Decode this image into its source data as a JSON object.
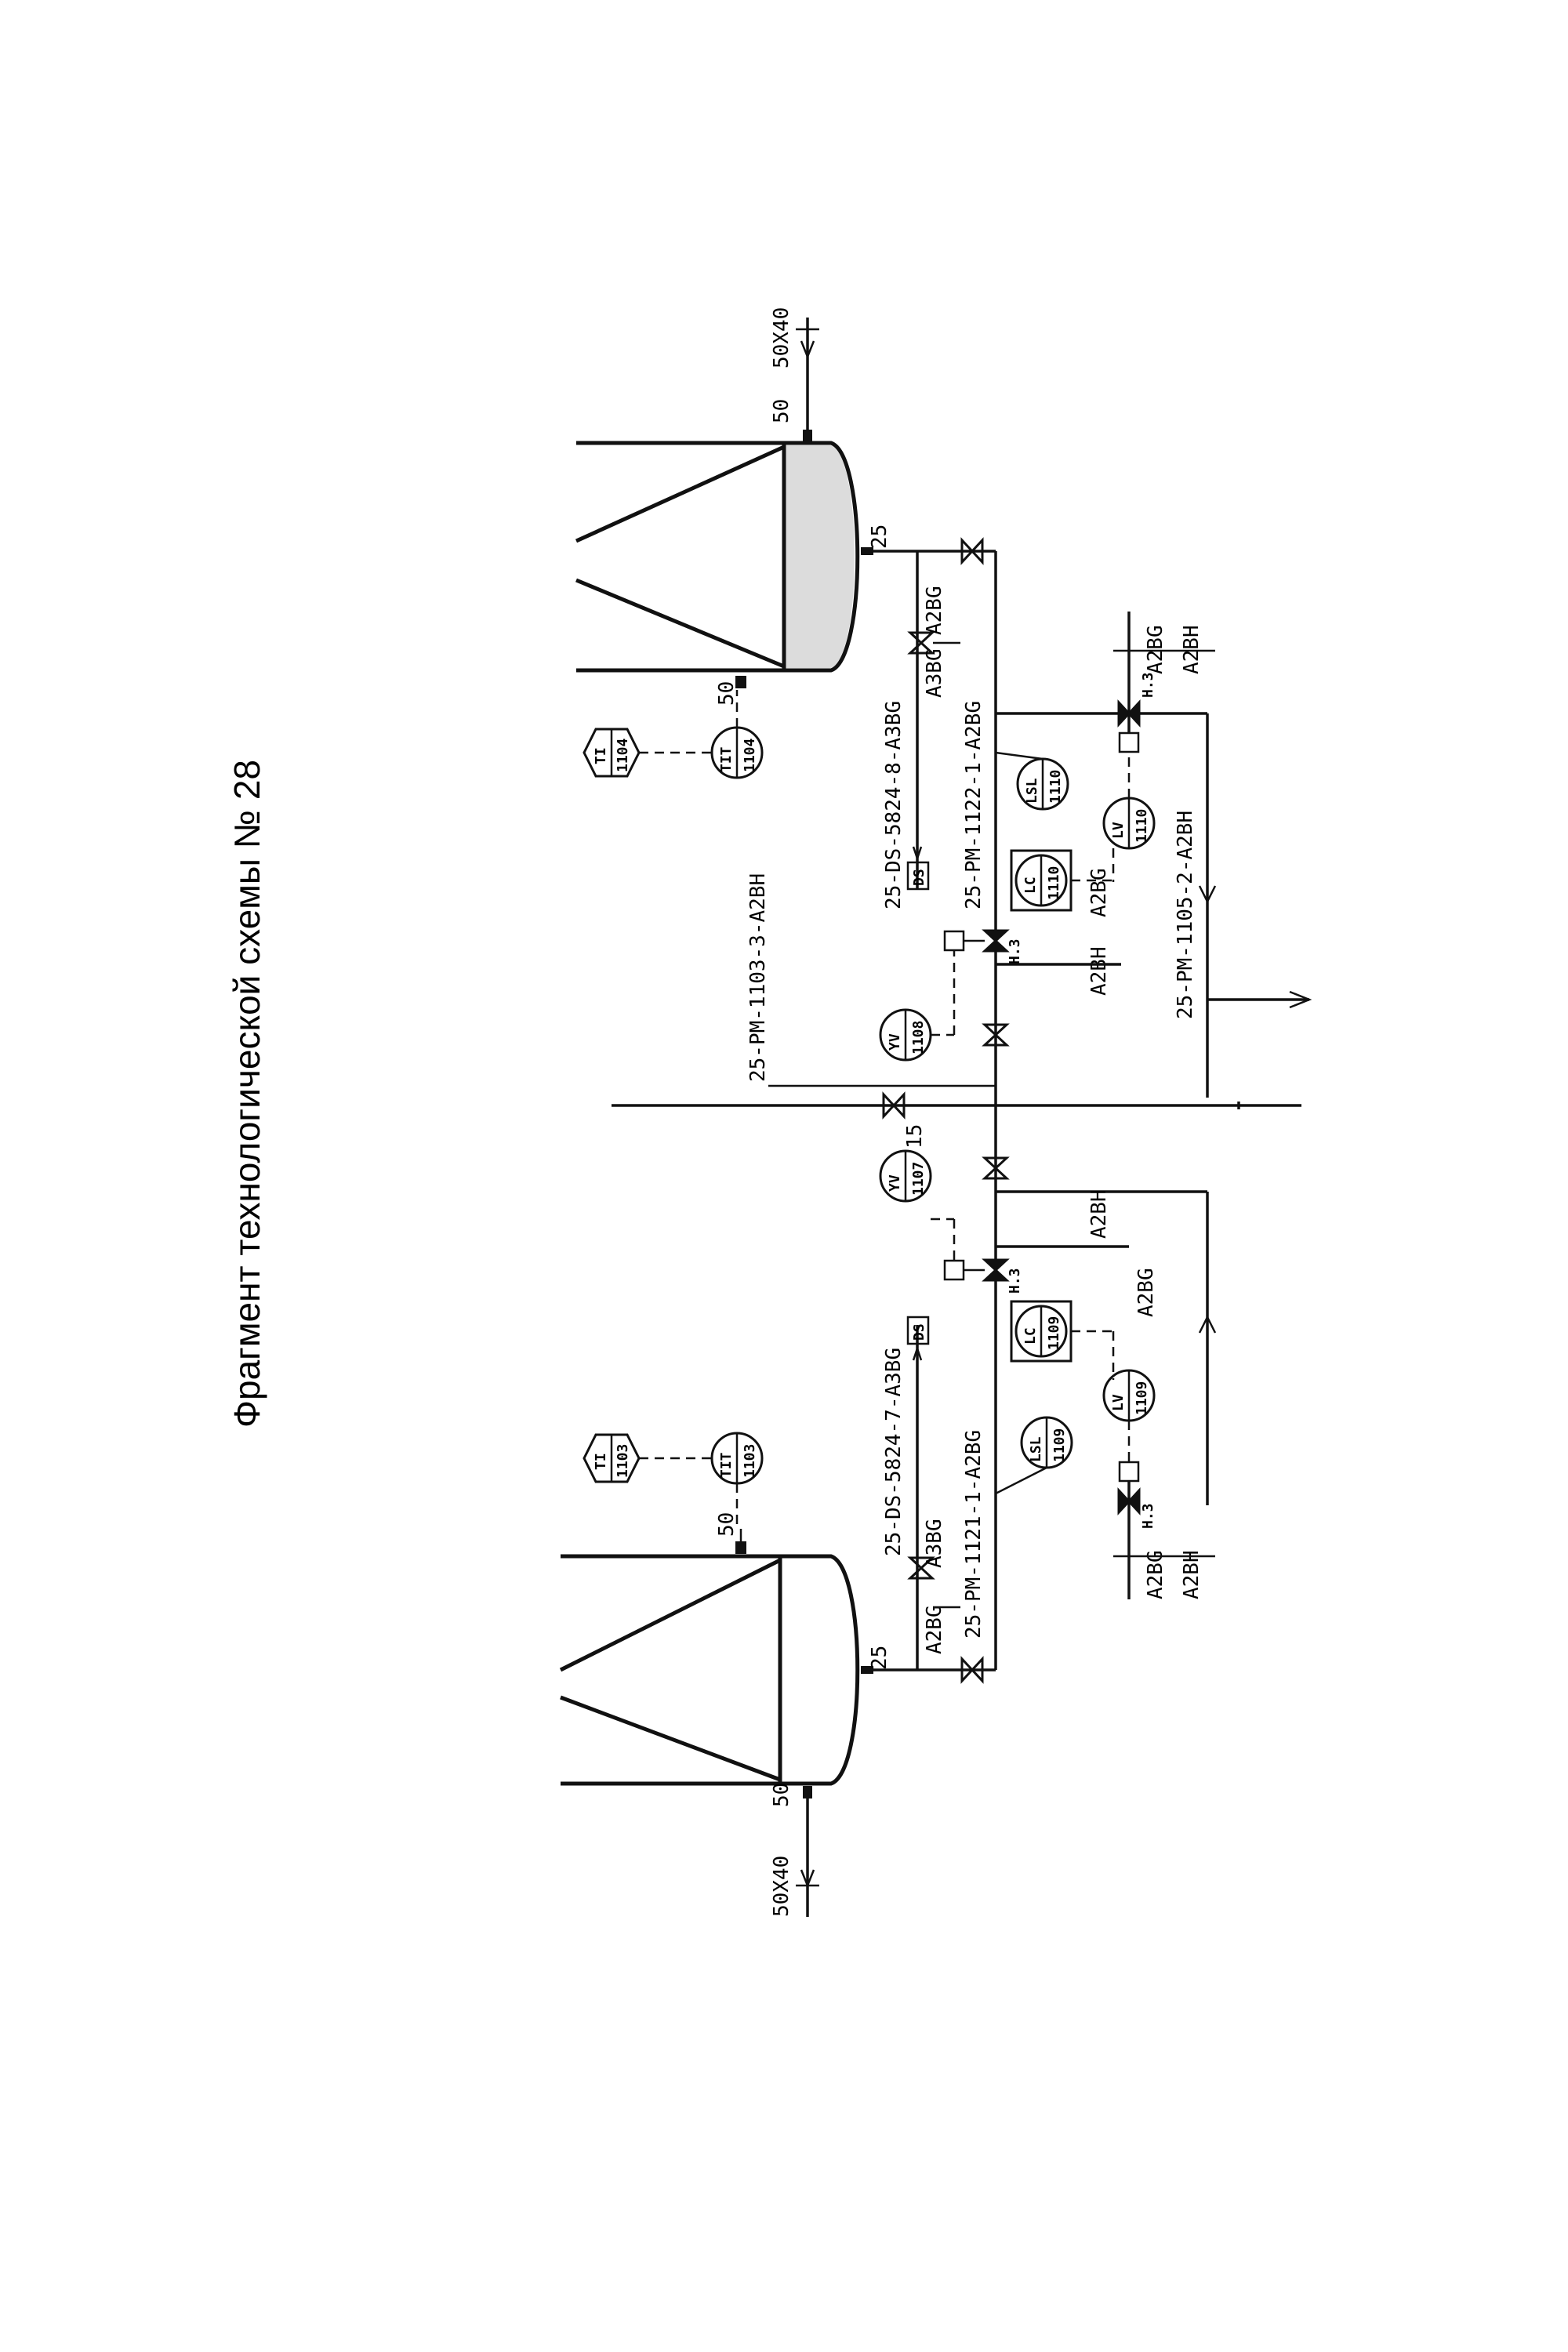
{
  "title": "Фрагмент технологической схемы № 28",
  "labels": {
    "n50": "50",
    "n25": "25",
    "n15": "15",
    "size_top": "50X40",
    "size_bottom": "50X40",
    "line_1103": "25-PM-1103-3-A2BH",
    "line_5824_8": "25-DS-5824-8-A3BG",
    "line_1122": "25-PM-1122-1-A2BG",
    "line_1105": "25-PM-1105-2-A2BH",
    "line_5824_7": "25-DS-5824-7-A3BG",
    "line_1121": "25-PM-1121-1-A2BG",
    "a2bg": "A2BG",
    "a3bg": "A3BG",
    "a2bh": "A2BH",
    "h3": "H.3",
    "ds": "DS"
  },
  "instruments": {
    "tit_1104": {
      "code": "TIT",
      "num": "1104"
    },
    "ti_1104": {
      "code": "TI",
      "num": "1104"
    },
    "tit_1103": {
      "code": "TIT",
      "num": "1103"
    },
    "ti_1103": {
      "code": "TI",
      "num": "1103"
    },
    "lsl_1110": {
      "code": "LSL",
      "num": "1110"
    },
    "lc_1110": {
      "code": "LC",
      "num": "1110"
    },
    "lv_1110": {
      "code": "LV",
      "num": "1110"
    },
    "yv_1108": {
      "code": "YV",
      "num": "1108"
    },
    "yv_1107": {
      "code": "YV",
      "num": "1107"
    },
    "lc_1109": {
      "code": "LC",
      "num": "1109"
    },
    "lsl_1109": {
      "code": "LSL",
      "num": "1109"
    },
    "lv_1109": {
      "code": "LV",
      "num": "1109"
    }
  }
}
